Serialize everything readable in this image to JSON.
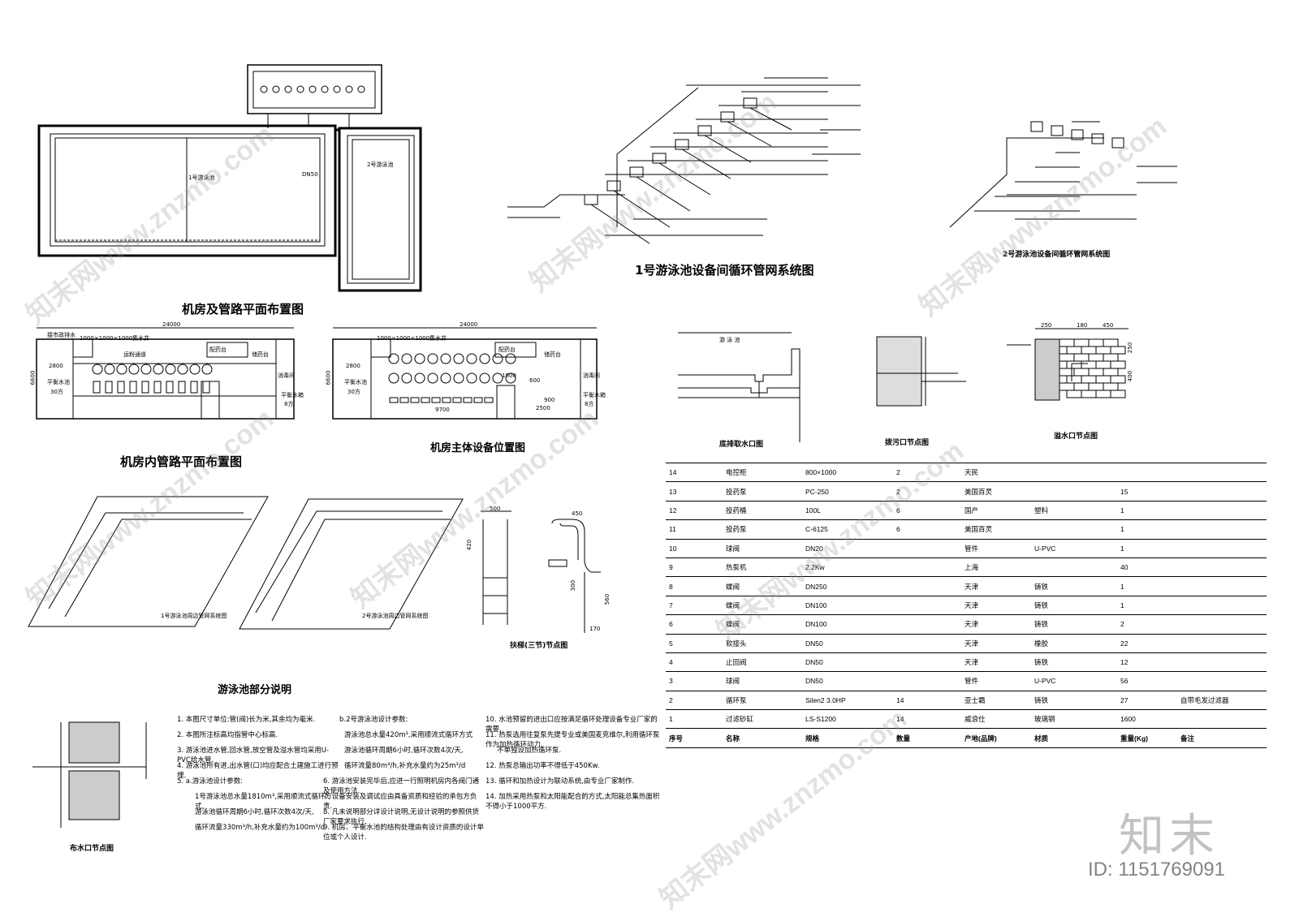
{
  "titles": {
    "plan_machine_room": "机房及管路平面布置图",
    "system_pool1": "1号游泳池设备间循环管网系统图",
    "system_pool2": "2号游泳池设备间循环管网系统图",
    "plan_inside": "机房内管路平面布置图",
    "equip_position": "机房主体设备位置图",
    "node_bottom_outlet": "底排取水口图",
    "node_drain": "拨污口节点图",
    "node_overflow": "溢水口节点图",
    "pool1_pipe_net": "1号游泳池周边管网系统图",
    "pool2_pipe_net": "2号游泳池周边管网系统图",
    "ladder_node": "扶梯(三节)节点图",
    "notes_title": "游泳池部分说明",
    "node_inlet": "布水口节点图"
  },
  "plan_labels": {
    "pool1": "1号游泳池",
    "pool2": "2号游泳池",
    "dn_label": "DN50",
    "pool_text": "游 泳 池"
  },
  "inside_plan": {
    "dim_total": "24000",
    "dim_height": "6600",
    "dim_left": "2800",
    "pit": "1000×1000×1000集水井",
    "drain_note": "接市政排水",
    "corridor": "运粉通道",
    "bench_a": "配药台",
    "bench_b": "储药台",
    "disinfect": "消毒间",
    "balance_tank": "平衡水池",
    "balance_cap": "30方",
    "tank_cap": "8方",
    "tank_label": "平衡水箱",
    "dim_a": "1800",
    "dim_b": "2500",
    "dim_c": "9700",
    "dim_d": "900",
    "dim_e": "600"
  },
  "ladder": {
    "w1": "500",
    "w2": "450",
    "h1": "420",
    "h2": "300",
    "h3": "560",
    "h4": "170"
  },
  "overflow_node": {
    "d1": "250",
    "d2": "180",
    "d3": "450",
    "d4": "250",
    "d5": "400"
  },
  "notes": {
    "col1": [
      "1. 本图尺寸单位:管(阀)长为米,其余均为毫米.",
      "2. 本图所注标高均指管中心标高.",
      "3. 游泳池进水管,回水管,放空管及溢水管均采用U-PVC给水管.",
      "4. 游泳池所有进,出水管(口)均应配合土建施工进行预埋.",
      "5. a.游泳池设计参数:",
      "1号游泳池总水量1810m³,采用顺流式循环方式.",
      "游泳池循环周期6小时,循环次数4次/天,",
      "循环流量330m³/h,补充水量约为100m³/d"
    ],
    "col2": [
      "b.2号游泳池设计参数:",
      "游泳池总水量420m³,采用顺流式循环方式",
      "游泳池循环周期6小时,循环次数4次/天,",
      "循环流量80m³/h,补充水量约为25m³/d",
      "6. 游泳池安装完毕后,应进一行照明机房内各阀门通及使用方法.",
      "7. 设备安装及调试应由具备资质和经验的承包方负责.",
      "8. 凡未说明部分详设计说明,无设计说明的参照供货厂家要求执行.",
      "9. 机房、平衡水池的结构处理由有设计资质的设计单位或个人设计."
    ],
    "col3": [
      "10. 水池预留的进出口应按满足循环处理设备专业厂家的需要.",
      "11. 热泵选用往复泵先提专业或美国麦克维尔,利用循环泵作为加热循环动力,",
      "不单独设加热循环泵.",
      "12. 热泵总输出功率不得低于450Kw.",
      "13. 循环和加热设计为联动系统,由专业厂家制作.",
      "14. 加热采用热泵和太阳能配合的方式,太阳能总集热面积不得小于1000平方."
    ]
  },
  "bom": {
    "header": [
      "序号",
      "名称",
      "规格",
      "数量",
      "产地(品牌)",
      "材质",
      "重量(Kg)",
      "备注"
    ],
    "rows": [
      [
        "14",
        "电控柜",
        "800×1000",
        "2",
        "天民",
        "",
        "",
        ""
      ],
      [
        "13",
        "投药泵",
        "PC-250",
        "2",
        "美国百灵",
        "",
        "15",
        ""
      ],
      [
        "12",
        "投药桶",
        "100L",
        "6",
        "国产",
        "塑料",
        "1",
        ""
      ],
      [
        "11",
        "投药泵",
        "C-6125",
        "6",
        "美国百灵",
        "",
        "1",
        ""
      ],
      [
        "10",
        "球阀",
        "DN20",
        "",
        "管件",
        "U-PVC",
        "1",
        ""
      ],
      [
        "9",
        "热泵机",
        "2.2Kw",
        "",
        "上海",
        "",
        "40",
        ""
      ],
      [
        "8",
        "蝶阀",
        "DN250",
        "",
        "天津",
        "铸铁",
        "1",
        ""
      ],
      [
        "7",
        "蝶阀",
        "DN100",
        "",
        "天津",
        "铸铁",
        "1",
        ""
      ],
      [
        "6",
        "蝶阀",
        "DN100",
        "",
        "天津",
        "铸铁",
        "2",
        ""
      ],
      [
        "5",
        "软接头",
        "DN50",
        "",
        "天津",
        "橡胶",
        "22",
        ""
      ],
      [
        "4",
        "止回阀",
        "DN50",
        "",
        "天津",
        "铸铁",
        "12",
        ""
      ],
      [
        "3",
        "球阀",
        "DN50",
        "",
        "管件",
        "U-PVC",
        "56",
        ""
      ],
      [
        "2",
        "循环泵",
        "Silen2 3.0HP",
        "14",
        "亚士霸",
        "铸铁",
        "27",
        "自带毛发过滤器"
      ],
      [
        "1",
        "过滤砂缸",
        "LS-S1200",
        "14",
        "威浪仕",
        "玻璃钢",
        "1600",
        ""
      ]
    ]
  },
  "watermark": {
    "site": "知末网www.znzmo.com",
    "logo": "知末",
    "id_text": "ID: 1151769091"
  }
}
